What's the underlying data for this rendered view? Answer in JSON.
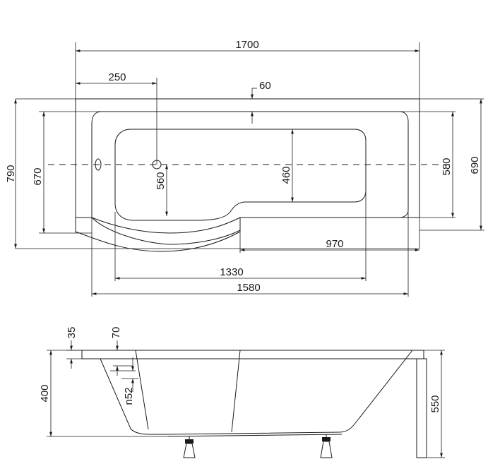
{
  "top_view": {
    "dims": {
      "overall_length": "1700",
      "drain_offset": "250",
      "rim_top": "60",
      "overall_width": "790",
      "inner_width": "670",
      "drain_to_front": "560",
      "basin_width": "460",
      "narrow_width": "580",
      "width_690": "690",
      "narrow_length": "970",
      "basin_length": "1330",
      "inner_length": "1580"
    }
  },
  "side_view": {
    "dims": {
      "rim_35": "35",
      "rim_70": "70",
      "depth": "400",
      "overflow": "n52",
      "height": "550"
    }
  }
}
